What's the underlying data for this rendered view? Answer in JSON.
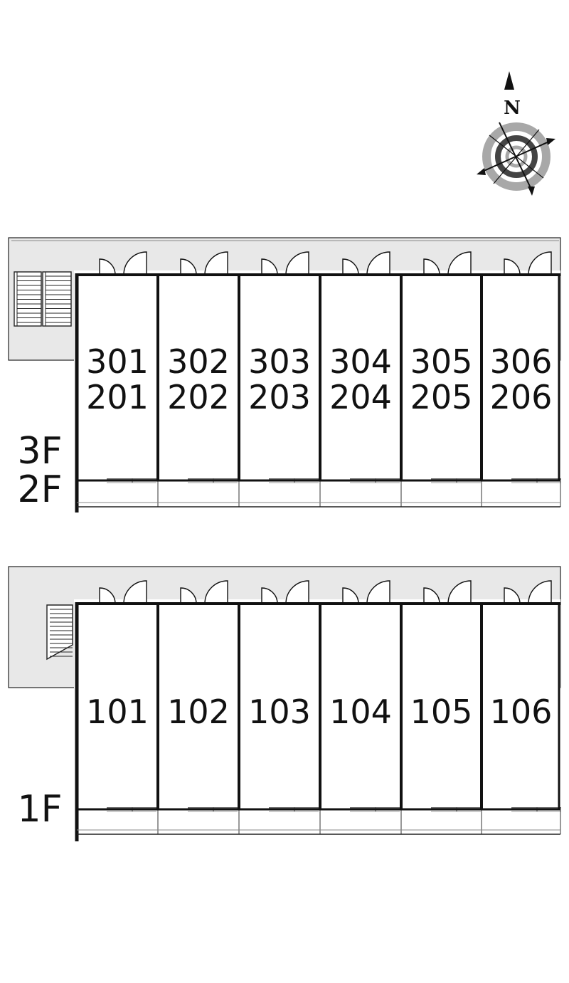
{
  "compass": {
    "north_label": "N",
    "icon": "compass-rose-icon"
  },
  "upper_block": {
    "floor_labels": [
      "3F",
      "2F"
    ],
    "units": [
      {
        "top": "301",
        "bottom": "201"
      },
      {
        "top": "302",
        "bottom": "202"
      },
      {
        "top": "303",
        "bottom": "203"
      },
      {
        "top": "304",
        "bottom": "204"
      },
      {
        "top": "305",
        "bottom": "205"
      },
      {
        "top": "306",
        "bottom": "206"
      }
    ]
  },
  "lower_block": {
    "floor_labels": [
      "1F"
    ],
    "units": [
      "101",
      "102",
      "103",
      "104",
      "105",
      "106"
    ]
  },
  "colors": {
    "corridor": "#e8e8e8",
    "wall": "#111111",
    "compass_light": "#a8a8a8",
    "compass_dark": "#444444"
  }
}
